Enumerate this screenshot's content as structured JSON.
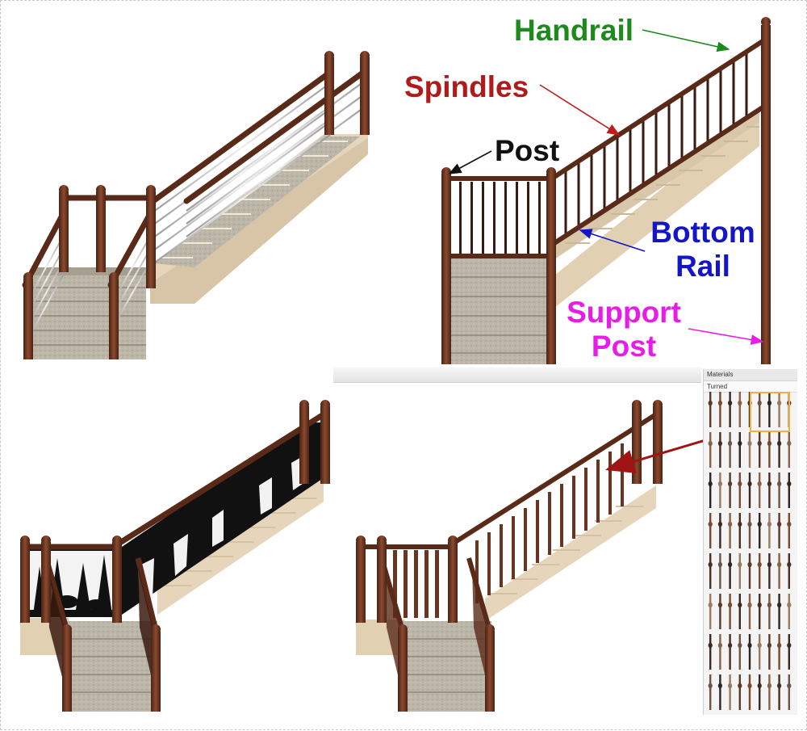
{
  "labels": {
    "handrail": "Handrail",
    "spindles": "Spindles",
    "post": "Post",
    "bottom_rail_line1": "Bottom",
    "bottom_rail_line2": "Rail",
    "support_post_line1": "Support",
    "support_post_line2": "Post"
  },
  "materials_panel": {
    "title": "Materials",
    "filter": "Turned",
    "selected_index": 6
  },
  "colors": {
    "handrail_label": "#1d8a1d",
    "spindles_label": "#b01a1a",
    "post_label": "#111111",
    "bottom_rail_label": "#1515c8",
    "support_post_label": "#e81ce8",
    "wood": "#6b3420",
    "carpet": "#b9b3a6",
    "stringer": "#e8d8bf",
    "selection": "#f0b23a",
    "pointer_arrow": "#a01414"
  }
}
